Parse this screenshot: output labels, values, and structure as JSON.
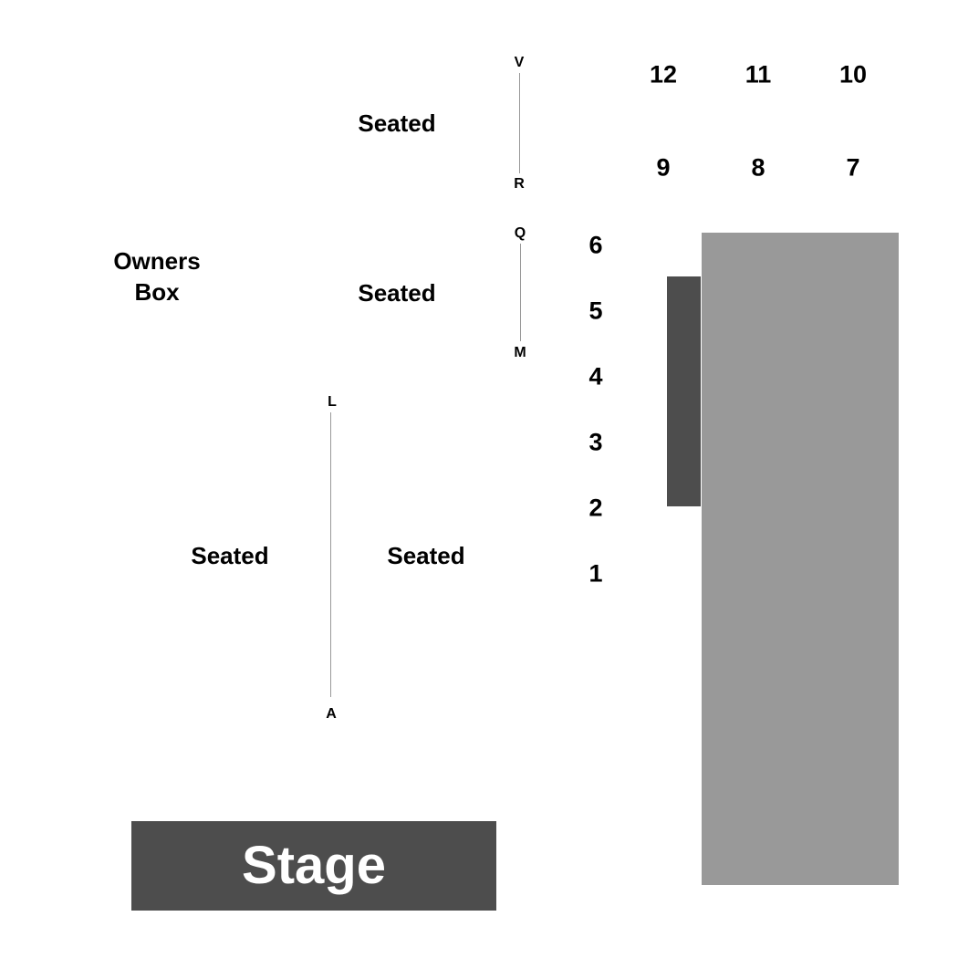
{
  "colors": {
    "background": "#ffffff",
    "text": "#000000",
    "stage": "#4d4d4d",
    "stage_text": "#ffffff",
    "floor_light": "#999999",
    "floor_dark": "#4d4d4d",
    "row_line": "#999999"
  },
  "stage": {
    "label": "Stage"
  },
  "owners_box": {
    "line1": "Owners",
    "line2": "Box"
  },
  "sections": {
    "upper": "Seated",
    "middle": "Seated",
    "lower_left": "Seated",
    "lower_right": "Seated"
  },
  "row_ranges": {
    "upper": {
      "start": "R",
      "end": "V"
    },
    "middle": {
      "start": "M",
      "end": "Q"
    },
    "lower": {
      "start": "A",
      "end": "L"
    }
  },
  "side_numbers": [
    "1",
    "2",
    "3",
    "4",
    "5",
    "6"
  ],
  "top_numbers_back": [
    "12",
    "11",
    "10"
  ],
  "top_numbers_front": [
    "9",
    "8",
    "7"
  ]
}
